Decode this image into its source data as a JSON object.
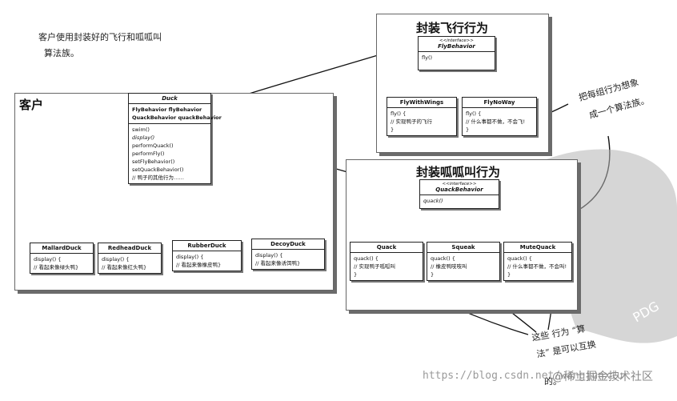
{
  "annotations": {
    "client_note_line1": "客户使用封装好的飞行和呱呱叫",
    "client_note_line2": "算法族。",
    "algo_note_line1": "把每组行为想象",
    "algo_note_line2": "成一个算法族。",
    "swap_note_line1": "这些 行为 “算",
    "swap_note_line2": "法” 是可以互换",
    "swap_note_line3": "的。"
  },
  "client_panel": {
    "title": "客户",
    "duck": {
      "name": "Duck",
      "fields": [
        "FlyBehavior flyBehavior",
        "QuackBehavior quackBehavior"
      ],
      "methods": [
        "swim()",
        "display()",
        "performQuack()",
        "performFly()",
        "setFlyBehavior()",
        "setQuackBehavior()",
        "// 鸭子的其他行为……"
      ]
    },
    "subclasses": [
      {
        "name": "MallardDuck",
        "code1": "display() {",
        "code2": "// 看起来像绿头鸭}"
      },
      {
        "name": "RedheadDuck",
        "code1": "display() {",
        "code2": "// 看起来像红头鸭}"
      },
      {
        "name": "RubberDuck",
        "code1": "display() {",
        "code2": "// 看起来像橡皮鸭}"
      },
      {
        "name": "DecoyDuck",
        "code1": "display() {",
        "code2": "// 看起来像诱饵鸭}"
      }
    ]
  },
  "fly_panel": {
    "title": "封装飞行行为",
    "interface": {
      "stereotype": "<<interface>>",
      "name": "FlyBehavior",
      "method": "fly()"
    },
    "impls": [
      {
        "name": "FlyWithWings",
        "code1": "fly() {",
        "code2": "// 实现鸭子的飞行",
        "code3": "}"
      },
      {
        "name": "FlyNoWay",
        "code1": "fly() {",
        "code2": "// 什么事都不做，不会飞!",
        "code3": "}"
      }
    ]
  },
  "quack_panel": {
    "title": "封装呱呱叫行为",
    "interface": {
      "stereotype": "<<interface>>",
      "name": "QuackBehavior",
      "method": "quack()"
    },
    "impls": [
      {
        "name": "Quack",
        "code1": "quack() {",
        "code2": "// 实现鸭子呱呱叫",
        "code3": "}"
      },
      {
        "name": "Squeak",
        "code1": "quack() {",
        "code2": "// 橡皮鸭吱吱叫",
        "code3": "}"
      },
      {
        "name": "MuteQuack",
        "code1": "quack() {",
        "code2": "// 什么事都不做，不会叫!",
        "code3": "}"
      }
    ]
  },
  "watermark": {
    "url": "https://blog.csdn.net/wangjunxiu",
    "community": "@稀土掘金技术社区",
    "pdg": "PDG"
  }
}
